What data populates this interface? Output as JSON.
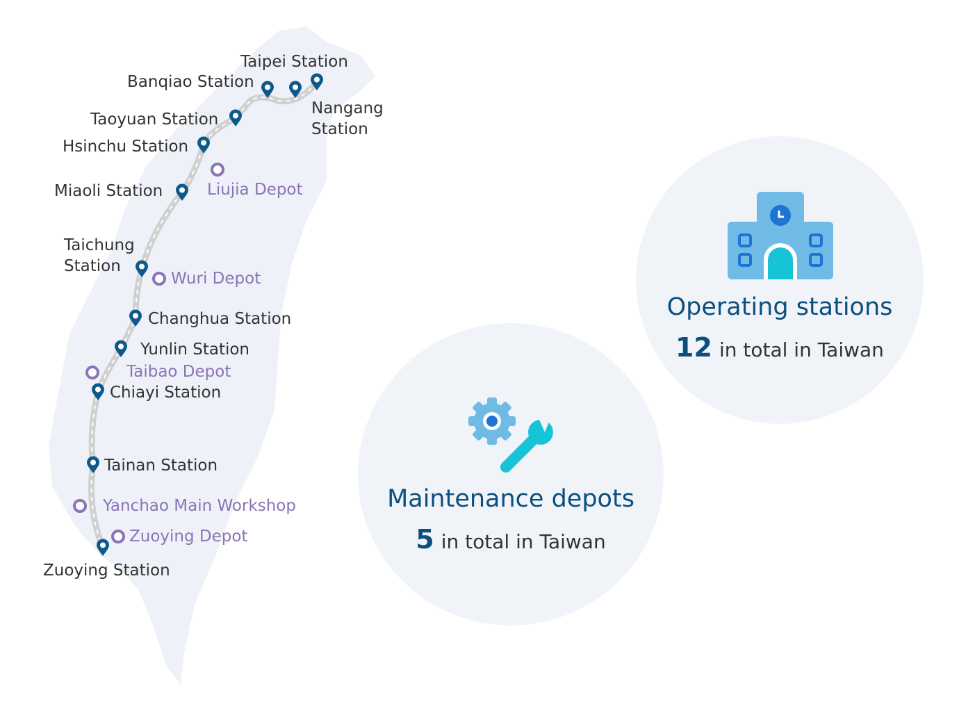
{
  "stations": [
    "Taipei Station",
    "Banqiao Station",
    "Nangang Station",
    "Taoyuan Station",
    "Hsinchu Station",
    "Miaoli Station",
    "Taichung Station",
    "Changhua Station",
    "Yunlin Station",
    "Chiayi Station",
    "Tainan Station",
    "Zuoying Station"
  ],
  "nangang_lines": [
    "Nangang",
    "Station"
  ],
  "taichung_lines": [
    "Taichung",
    "Station"
  ],
  "depots": [
    "Liujia Depot",
    "Wuri Depot",
    "Taibao Depot",
    "Yanchao Main Workshop",
    "Zuoying Depot"
  ],
  "operating": {
    "title": "Operating stations",
    "count": "12",
    "suffix": "in total in Taiwan",
    "icon": "station-building-icon"
  },
  "maintenance": {
    "title": "Maintenance depots",
    "count": "5",
    "suffix": "in total in Taiwan",
    "icon": "gear-wrench-icon"
  },
  "colors": {
    "station_pin": "#0d5a8a",
    "depot": "#8a74b6",
    "title": "#0b4f7e",
    "bg_circle": "#f0f4f9"
  }
}
